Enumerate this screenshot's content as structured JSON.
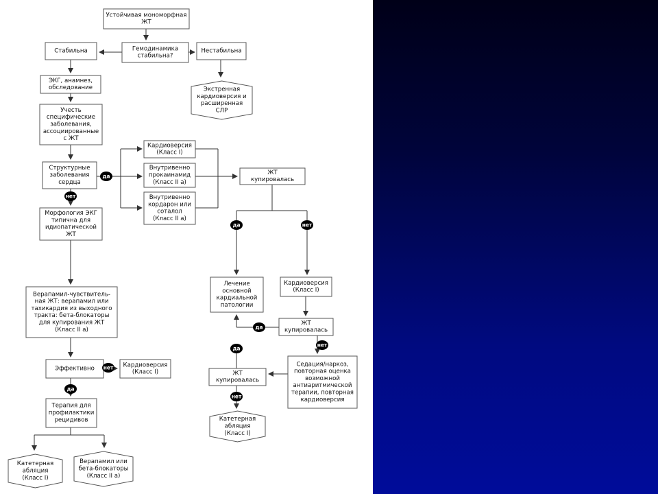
{
  "nodes": {
    "start": [
      "Устойчивая мономорфная",
      "ЖТ"
    ],
    "hemo": [
      "Гемодинамика",
      "стабильна?"
    ],
    "stable": [
      "Стабильна"
    ],
    "unstable": [
      "Нестабильна"
    ],
    "emergency": [
      "Экстренная",
      "кардиоверсия и",
      "расширенная",
      "СЛР"
    ],
    "ecg": [
      "ЭКГ, анамнез,",
      "обследование"
    ],
    "specific": [
      "Учесть",
      "специфические",
      "заболевания,",
      "ассоциированные",
      "с ЖТ"
    ],
    "structural": [
      "Структурные",
      "заболевания",
      "сердца"
    ],
    "cardioversion_top": [
      "Кардиоверсия",
      "(Класс I)"
    ],
    "procainamide": [
      "Внутривенно",
      "прокаинамид",
      "(Класс II а)"
    ],
    "amiodarone": [
      "Внутривенно",
      "кордарон или",
      "соталол",
      "(Класс II а)"
    ],
    "vt_stopped_1": [
      "ЖТ",
      "купировалась"
    ],
    "morphology": [
      "Морфология ЭКГ",
      "типична для",
      "идиопатической",
      "ЖТ"
    ],
    "treat_underlying": [
      "Лечение",
      "основной",
      "кардиальной",
      "патологии"
    ],
    "cardioversion_mid": [
      "Кардиоверсия",
      "(Класс I)"
    ],
    "vt_stopped_2": [
      "ЖТ",
      "купировалась"
    ],
    "verapamil_sensitive": [
      "Верапамил-чувствитель-",
      "ная ЖТ: верапамил или",
      "тахикардия из выходного",
      "тракта: бета-блокаторы",
      "для купирования ЖТ",
      "(Класс II а)"
    ],
    "sedation": [
      "Седация/наркоз,",
      "повторная оценка",
      "возможной",
      "антиаритмической",
      "терапии, повторная",
      "кардиоверсия"
    ],
    "effective": [
      "Эффективно"
    ],
    "cardioversion_low": [
      "Кардиоверсия",
      "(Класс I)"
    ],
    "vt_stopped_3": [
      "ЖТ",
      "купировалась"
    ],
    "prevention": [
      "Терапия для",
      "профилактики",
      "рецидивов"
    ],
    "ablation_right": [
      "Катетерная",
      "абляция",
      "(Класс I)"
    ],
    "ablation_left": [
      "Катетерная",
      "абляция",
      "(Класс I)"
    ],
    "verapamil_bb": [
      "Верапамил или",
      "бета-блокаторы",
      "(Класс II а)"
    ]
  },
  "badges": {
    "yes": "да",
    "no": "нет"
  }
}
